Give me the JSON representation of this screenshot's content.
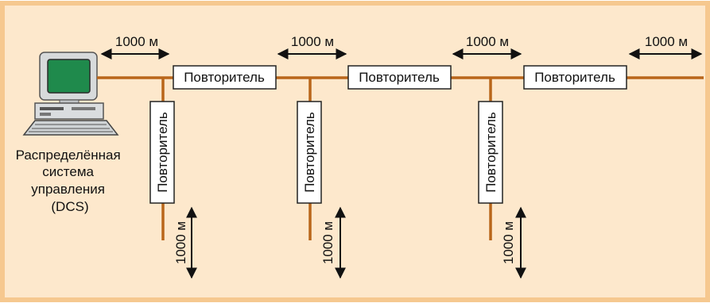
{
  "colors": {
    "background": "#fde8cc",
    "border": "#f6c88f",
    "bus": "#b9661a",
    "box_fill": "#ffffff",
    "box_stroke": "#222222",
    "arrow": "#111111",
    "screen": "#1f8a4c"
  },
  "computer": {
    "icon": "workstation-computer-icon",
    "caption_lines": [
      "Распределённая",
      "система",
      "управления",
      "(DCS)"
    ]
  },
  "horizontal_segments": [
    {
      "distance_label": "1000 м",
      "repeater_label": "Повторитель"
    },
    {
      "distance_label": "1000 м",
      "repeater_label": "Повторитель"
    },
    {
      "distance_label": "1000 м",
      "repeater_label": "Повторитель"
    },
    {
      "distance_label": "1000 м"
    }
  ],
  "branches": [
    {
      "repeater_label": "Повторитель",
      "distance_label": "1000 м"
    },
    {
      "repeater_label": "Повторитель",
      "distance_label": "1000 м"
    },
    {
      "repeater_label": "Повторитель",
      "distance_label": "1000 м"
    }
  ]
}
